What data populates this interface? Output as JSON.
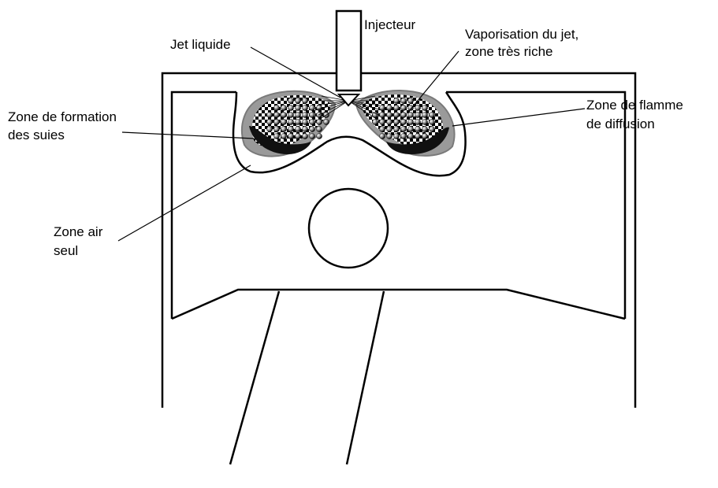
{
  "labels": {
    "injector": "Injecteur",
    "liquid_jet": "Jet liquide",
    "vaporisation": [
      "Vaporisation du jet,",
      "zone très riche"
    ],
    "soot_zone": [
      "Zone de formation",
      "des suies"
    ],
    "diffusion_flame": [
      "Zone de flamme",
      "de diffusion"
    ],
    "air_zone": [
      "Zone air",
      "seul"
    ]
  },
  "colors": {
    "stroke": "#000000",
    "flame_halo": "#9a9a9a",
    "soot": "#111111",
    "background": "#ffffff"
  }
}
